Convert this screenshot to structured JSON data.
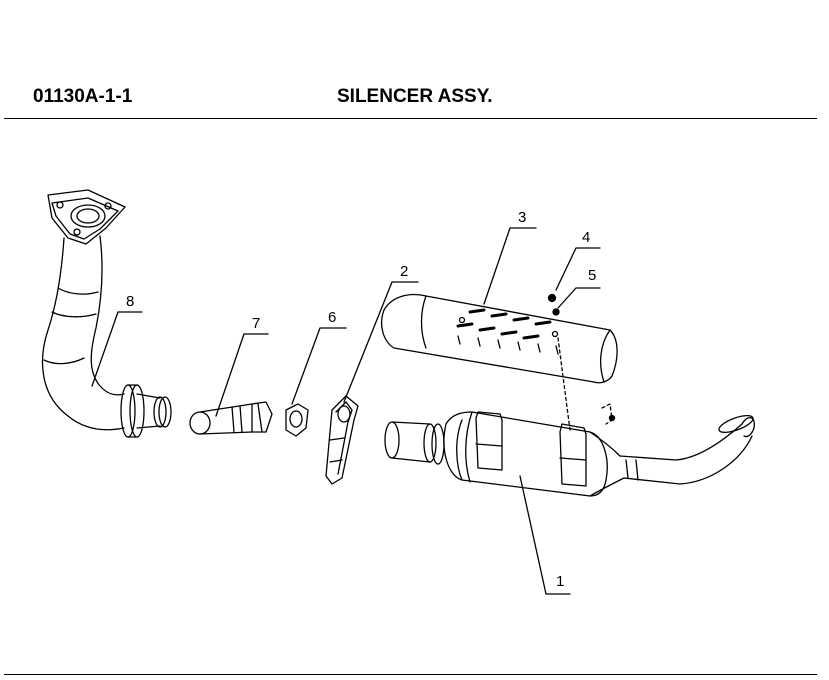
{
  "header": {
    "code": "01130A-1-1",
    "title": "SILENCER ASSY."
  },
  "callouts": [
    {
      "id": "1",
      "label": "1"
    },
    {
      "id": "2",
      "label": "2"
    },
    {
      "id": "3",
      "label": "3"
    },
    {
      "id": "4",
      "label": "4"
    },
    {
      "id": "5",
      "label": "5"
    },
    {
      "id": "6",
      "label": "6"
    },
    {
      "id": "7",
      "label": "7"
    },
    {
      "id": "8",
      "label": "8"
    }
  ]
}
